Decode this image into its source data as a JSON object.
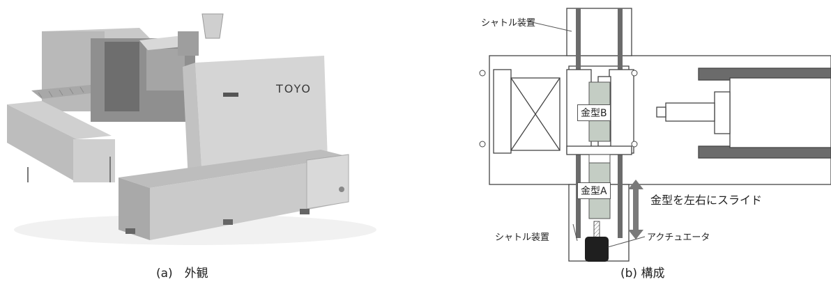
{
  "panel_a": {
    "brand": "TOYO",
    "caption": "(a)　外観"
  },
  "panel_b": {
    "caption": "(b) 構成",
    "callouts": {
      "shuttle_top": "シャトル装置",
      "shuttle_bottom": "シャトル装置",
      "actuator": "アクチュエータ",
      "slide": "金型を左右にスライド"
    },
    "molds": {
      "b": "金型B",
      "a": "金型A"
    }
  }
}
